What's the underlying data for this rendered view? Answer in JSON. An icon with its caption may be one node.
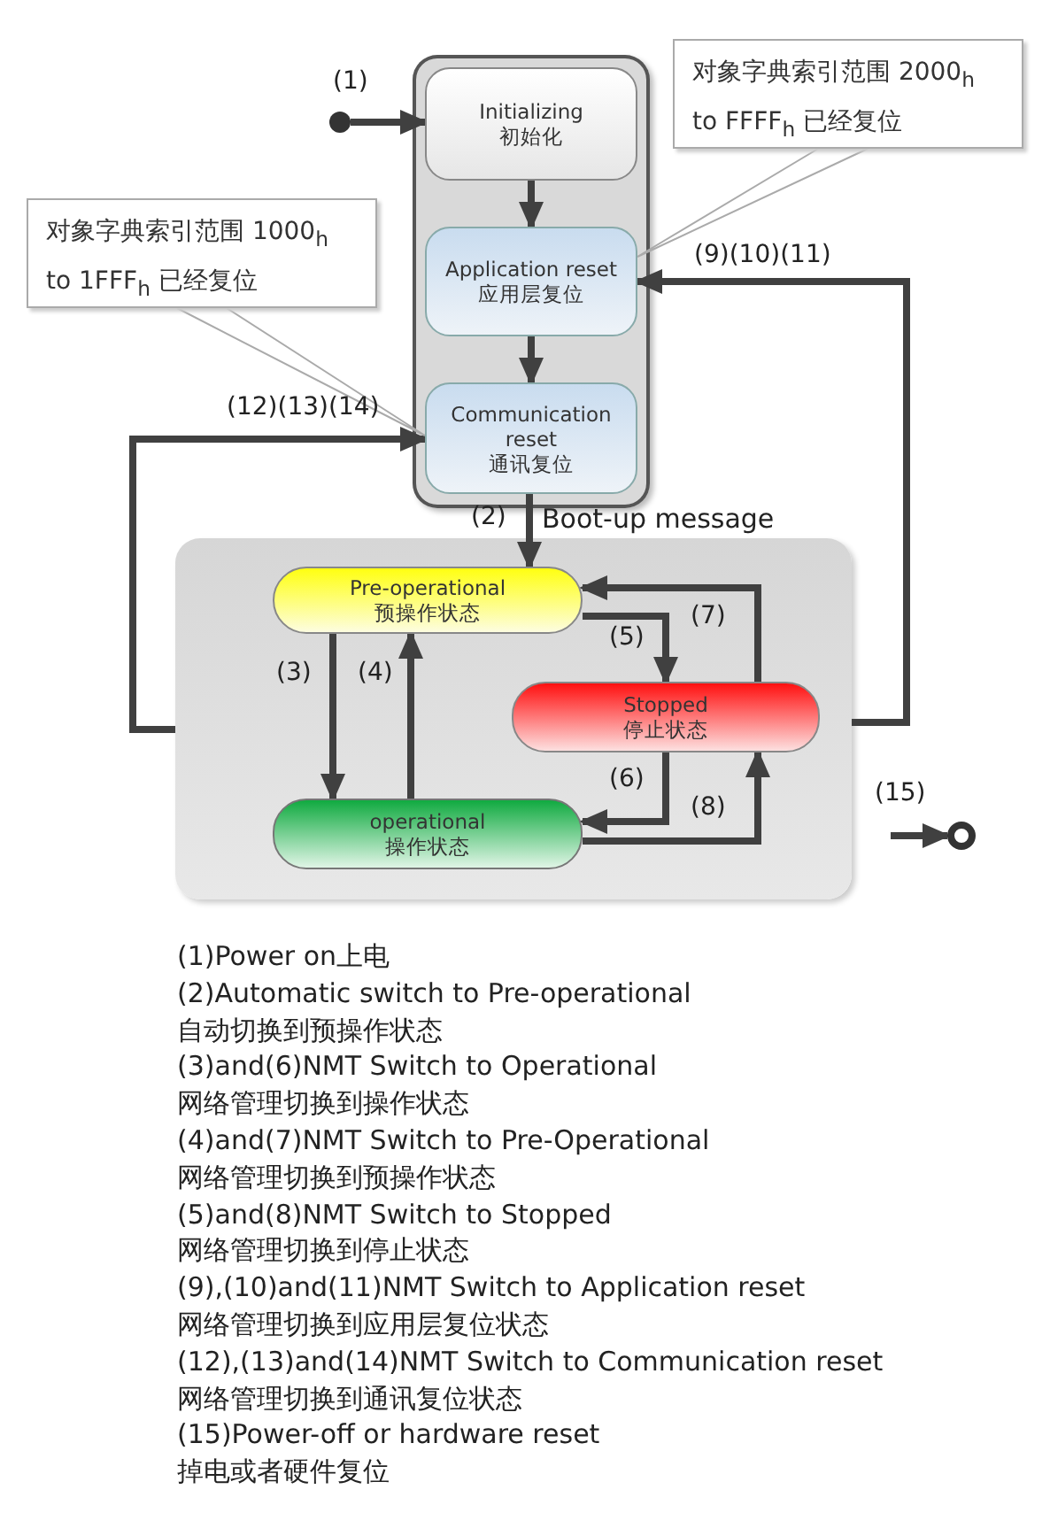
{
  "diagram": {
    "nodes": [
      {
        "text": [],
        "shape": "box"
      },
      {
        "text": [
          "Initializing",
          "初始化"
        ],
        "in": 0
      },
      {
        "text": [
          "Application reset",
          "应用层复位"
        ],
        "in": 0
      },
      {
        "text": [
          "Communication reset",
          "通讯复位"
        ],
        "in": 0
      },
      {
        "text": [],
        "shape": "box"
      },
      {
        "text": [
          "Pre-operational",
          "预操作状态"
        ],
        "in": 4
      },
      {
        "text": [
          "Stopped",
          "停止状态"
        ],
        "in": 4
      },
      {
        "text": [
          "operational",
          "操作状态"
        ],
        "in": 4
      },
      {
        "text": [],
        "shape": "circle"
      },
      {
        "text": [],
        "shape": "circle"
      },
      {
        "text": [
          "对象字典索引范围 1000$_{h}$ to 1FFF$_{h}$ 已经复位"
        ]
      },
      {
        "text": [
          "对象字典索引范围 2000$_{h}$ to FFFF$_{h}$ 已经复位"
        ]
      }
    ],
    "edges": [
      {
        "from": 8,
        "to": 1,
        "arrow": "to",
        "label": "(1)"
      },
      {
        "from": 1,
        "to": 2,
        "arrow": "to"
      },
      {
        "from": 2,
        "to": 3,
        "arrow": "to"
      },
      {
        "from": 3,
        "to": 5,
        "arrow": "to",
        "label": "(2)"
      },
      {
        "from": 5,
        "to": 7,
        "arrow": "to",
        "label": "(3)"
      },
      {
        "from": 7,
        "to": 5,
        "arrow": "to",
        "label": "(4)"
      },
      {
        "from": 5,
        "to": 6,
        "arrow": "to",
        "label": "(5)"
      },
      {
        "from": 6,
        "to": 5,
        "arrow": "to",
        "label": "(7)"
      },
      {
        "from": 6,
        "to": 7,
        "arrow": "to",
        "label": "(6)"
      },
      {
        "from": 7,
        "to": 6,
        "arrow": "to",
        "label": "(8)"
      },
      {
        "from": 4,
        "to": 3,
        "arrow": "to",
        "label": "(12)(13)(14)"
      },
      {
        "from": 4,
        "to": 2,
        "arrow": "to",
        "label": "(9)(10)(11)"
      },
      {
        "from": null,
        "to": 9,
        "arrow": "to",
        "label": "(15)"
      },
      {
        "from": 10,
        "to": 3,
        "arrow": "none"
      },
      {
        "from": 11,
        "to": 2,
        "arrow": "none"
      }
    ],
    "labels": [
      "Boot-up message",
      "(1)Power on上电",
      "(2)Automatic switch to Pre-operational",
      "自动切换到预操作状态",
      "(3)and(6)NMT Switch to Operational",
      "网络管理切换到操作状态",
      "(4)and(7)NMT Switch to Pre-Operational",
      "网络管理切换到预操作状态",
      "(5)and(8)NMT Switch to Stopped",
      "网络管理切换到停止状态",
      "(9),(10)and(11)NMT Switch to Application reset",
      "网络管理切换到应用层复位状态",
      "(12),(13)and(14)NMT Switch to Communication reset",
      "网络管理切换到通讯复位状态",
      "(15)Power-off or hardware reset",
      "掉电或者硬件复位"
    ]
  }
}
